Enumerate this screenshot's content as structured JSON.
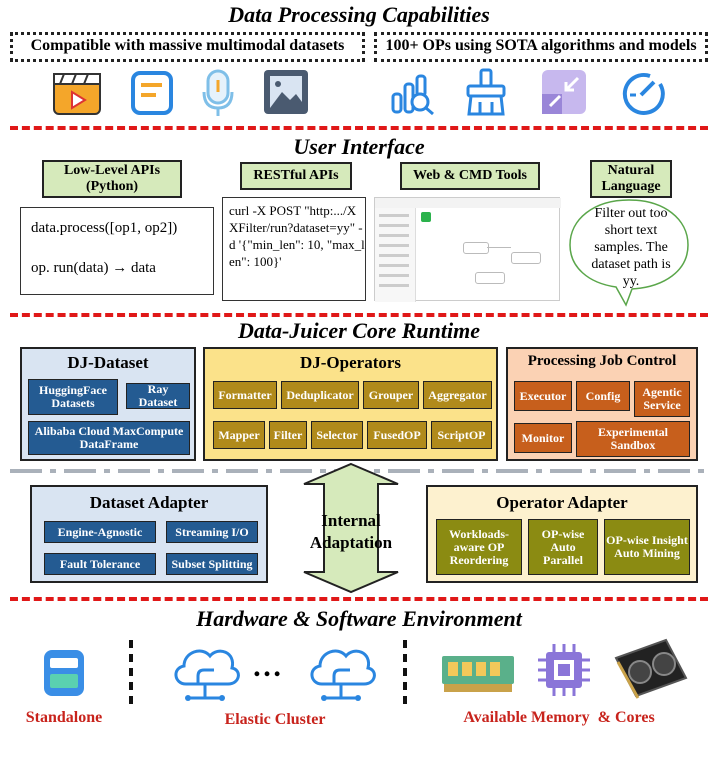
{
  "sections": {
    "data_processing": "Data Processing Capabilities",
    "user_interface": "User Interface",
    "core_runtime": "Data-Juicer Core Runtime",
    "hardware": "Hardware & Software Environment"
  },
  "capabilities": {
    "left": "Compatible with massive multimodal datasets",
    "right": "100+ OPs using SOTA algorithms and models"
  },
  "ui": {
    "low_level": "Low-Level APIs (Python)",
    "restful": "RESTful APIs",
    "web_cmd": "Web & CMD Tools",
    "natural": "Natural Language",
    "code_line1": "data.process([op1, op2])",
    "code_line2": "op. run(data) → data",
    "curl_text": "curl -X POST \"http:.../XXFilter/run?dataset=yy\" -d '{\"min_len\": 10, \"max_len\": 100}'",
    "nl_text": "Filter out too short text samples. The dataset path is yy."
  },
  "dataset_panel": {
    "title": "DJ-Dataset",
    "huggingface": "HuggingFace Datasets",
    "ray": "Ray Dataset",
    "alibaba": "Alibaba Cloud MaxCompute DataFrame"
  },
  "operators_panel": {
    "title": "DJ-Operators",
    "row1": [
      "Formatter",
      "Deduplicator",
      "Grouper",
      "Aggregator"
    ],
    "row2": [
      "Mapper",
      "Filter",
      "Selector",
      "FusedOP",
      "ScriptOP"
    ]
  },
  "job_panel": {
    "title": "Processing Job Control",
    "executor": "Executor",
    "config": "Config",
    "agentic": "Agentic Service",
    "monitor": "Monitor",
    "sandbox": "Experimental Sandbox"
  },
  "dataset_adapter": {
    "title": "Dataset Adapter",
    "items": [
      "Engine-Agnostic",
      "Streaming I/O",
      "Fault Tolerance",
      "Subset Splitting"
    ]
  },
  "internal": "Internal Adaptation",
  "operator_adapter": {
    "title": "Operator Adapter",
    "items": [
      "Workloads-aware OP Reordering",
      "OP-wise Auto Parallel",
      "OP-wise Insight Auto Mining"
    ]
  },
  "hw": {
    "standalone": "Standalone",
    "elastic": "Elastic Cluster",
    "memory": "Available Memory  & Cores",
    "dots": "…"
  },
  "icons": [
    "video-icon",
    "document-icon",
    "audio-icon",
    "image-icon",
    "analysis-icon",
    "cleaning-brush-icon",
    "compress-icon",
    "speed-gauge-icon",
    "server-icon",
    "cloud-icon",
    "memory-icon",
    "cpu-icon",
    "gpu-icon"
  ]
}
